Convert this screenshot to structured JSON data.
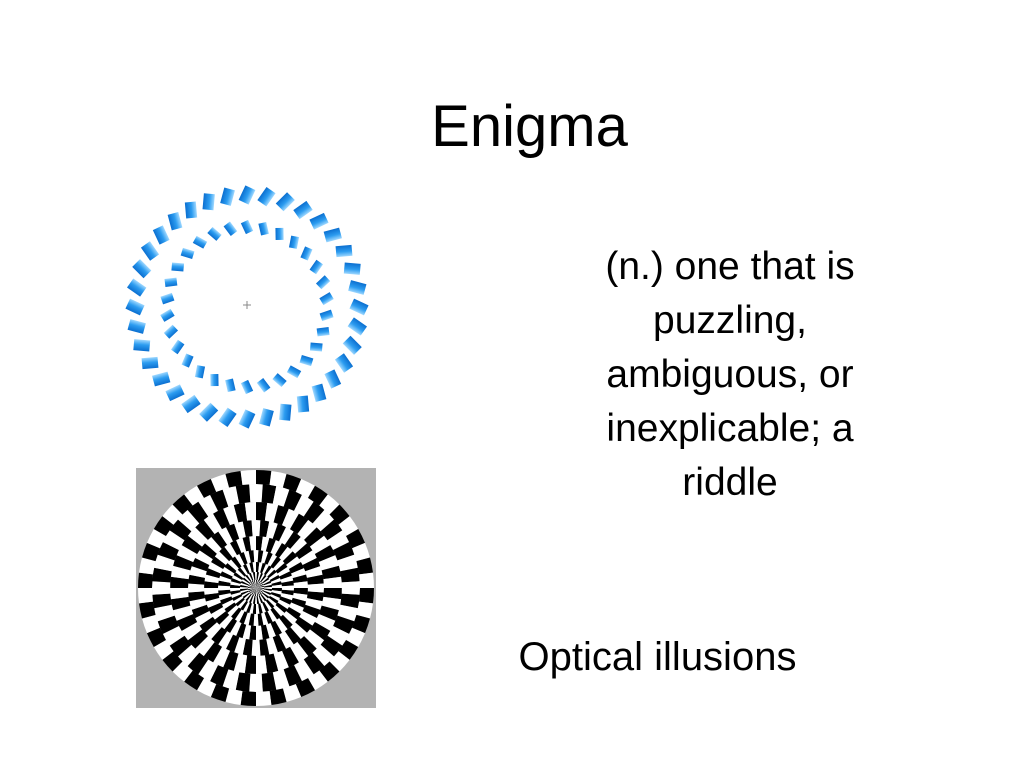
{
  "slide": {
    "title": "Enigma",
    "definition": "(n.) one that is puzzling, ambiguous, or inexplicable; a riddle",
    "caption": "Optical illusions"
  },
  "images": {
    "rings_illusion": {
      "icon": "rotating-rings-illusion-image",
      "accent_color": "#1f8fe6",
      "highlight_color": "#7cc8ff"
    },
    "radial_illusion": {
      "icon": "radial-checker-illusion-image",
      "background_color": "#b3b3b3"
    }
  }
}
